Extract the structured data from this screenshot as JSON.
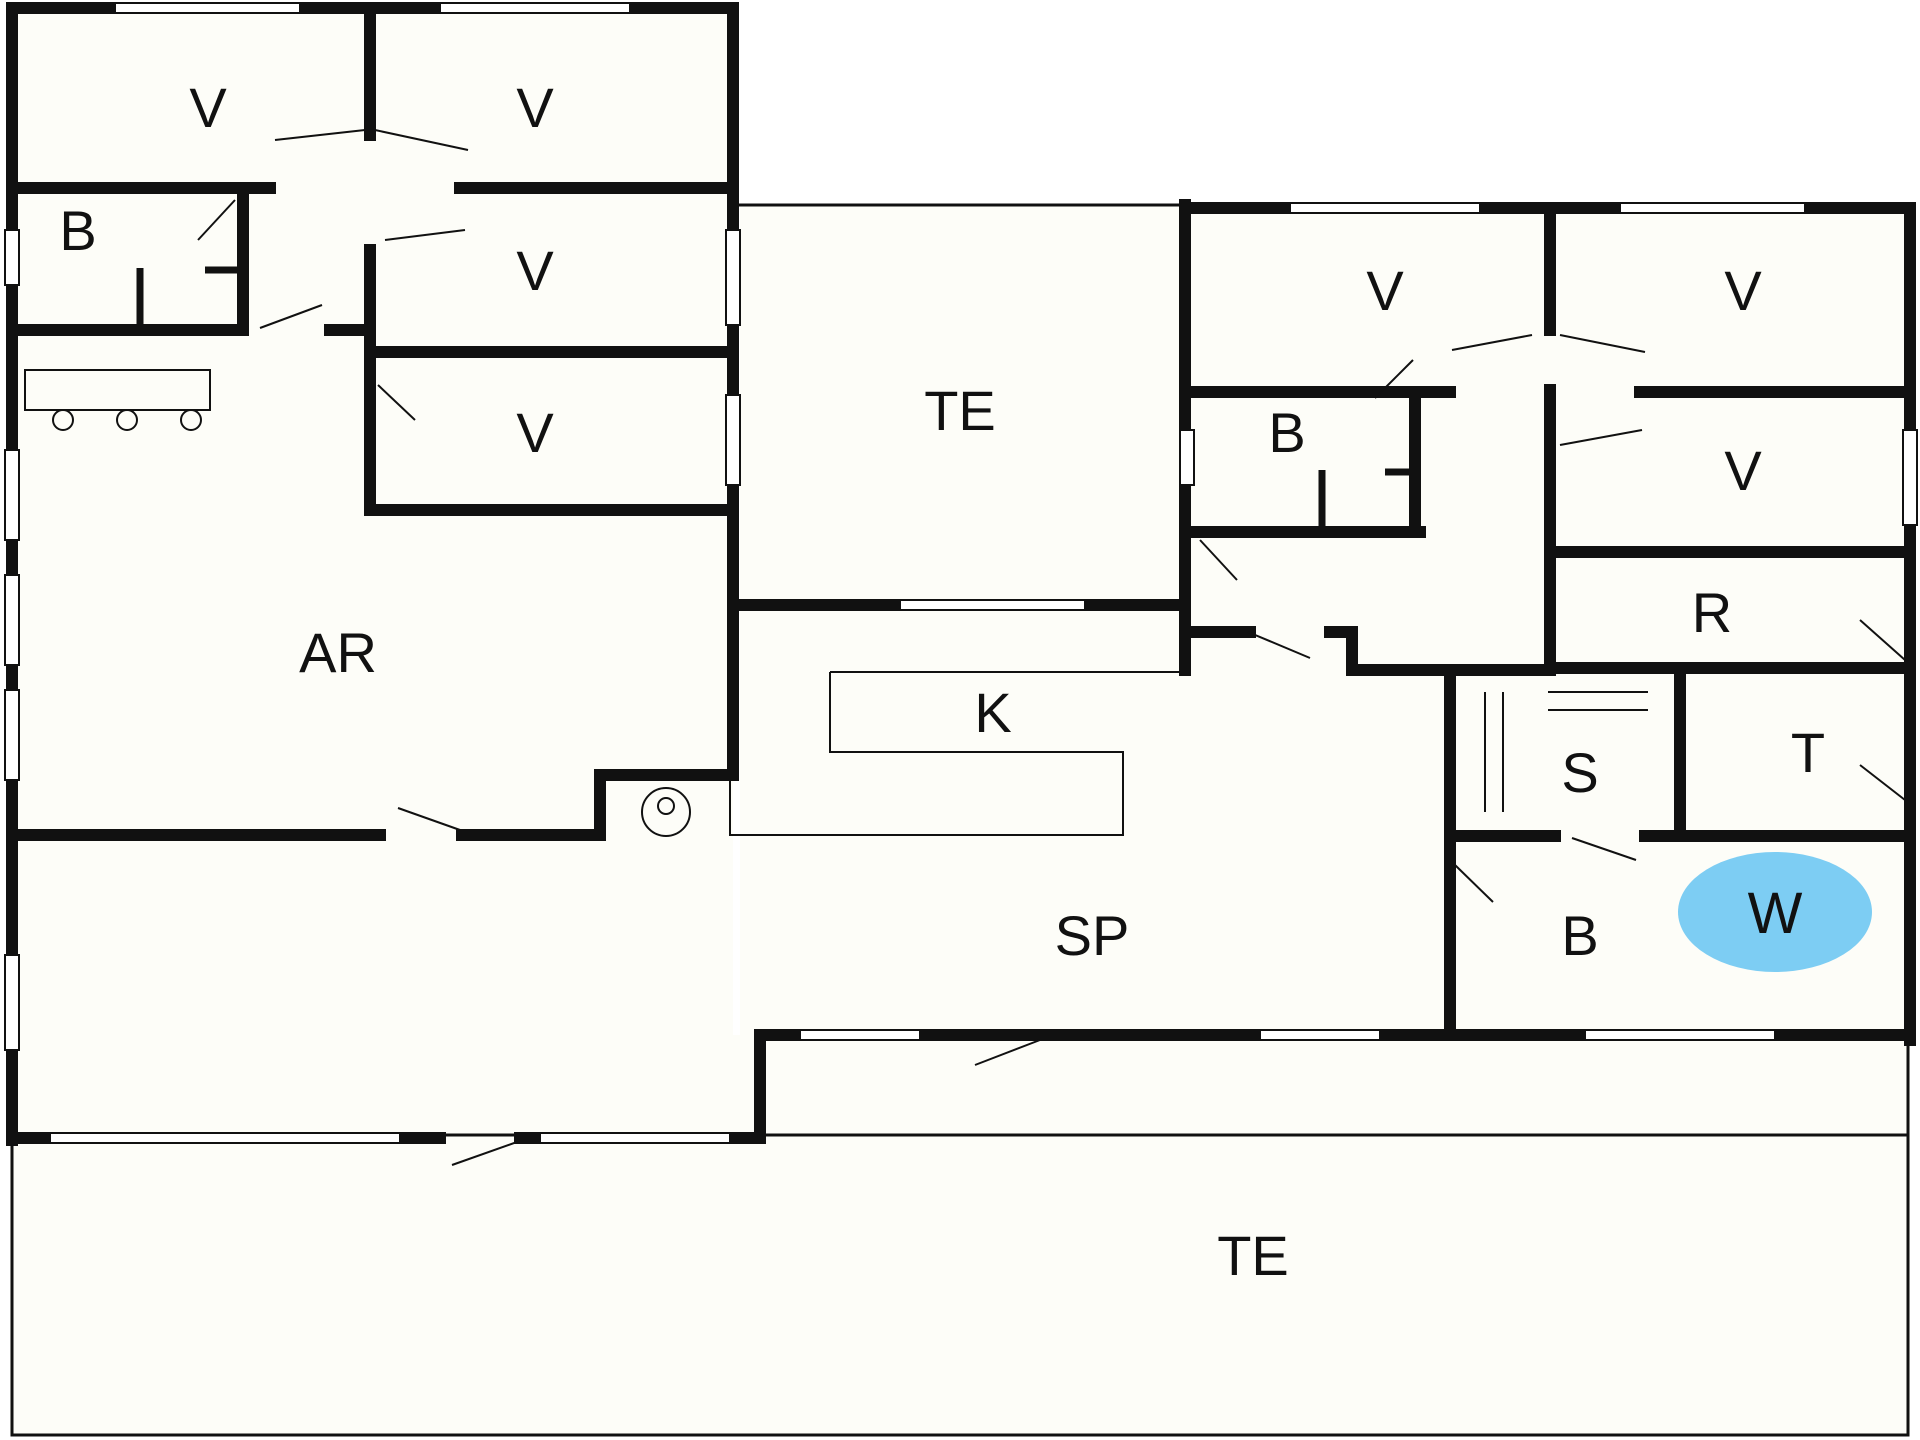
{
  "colors": {
    "floor": "#fdfdf8",
    "wall": "#111111",
    "window": "#ffffff",
    "badge": "#7dcdf3",
    "text": "#111111"
  },
  "rooms": {
    "v1": "V",
    "v2": "V",
    "v3": "V",
    "v4": "V",
    "b1": "B",
    "ar": "AR",
    "te_top": "TE",
    "k": "K",
    "sp": "SP",
    "v5": "V",
    "v6": "V",
    "v7": "V",
    "b2": "B",
    "r": "R",
    "s": "S",
    "t": "T",
    "b3": "B",
    "te_bottom": "TE"
  },
  "badge": {
    "label": "W",
    "icon": "washing-machine-badge-icon"
  }
}
